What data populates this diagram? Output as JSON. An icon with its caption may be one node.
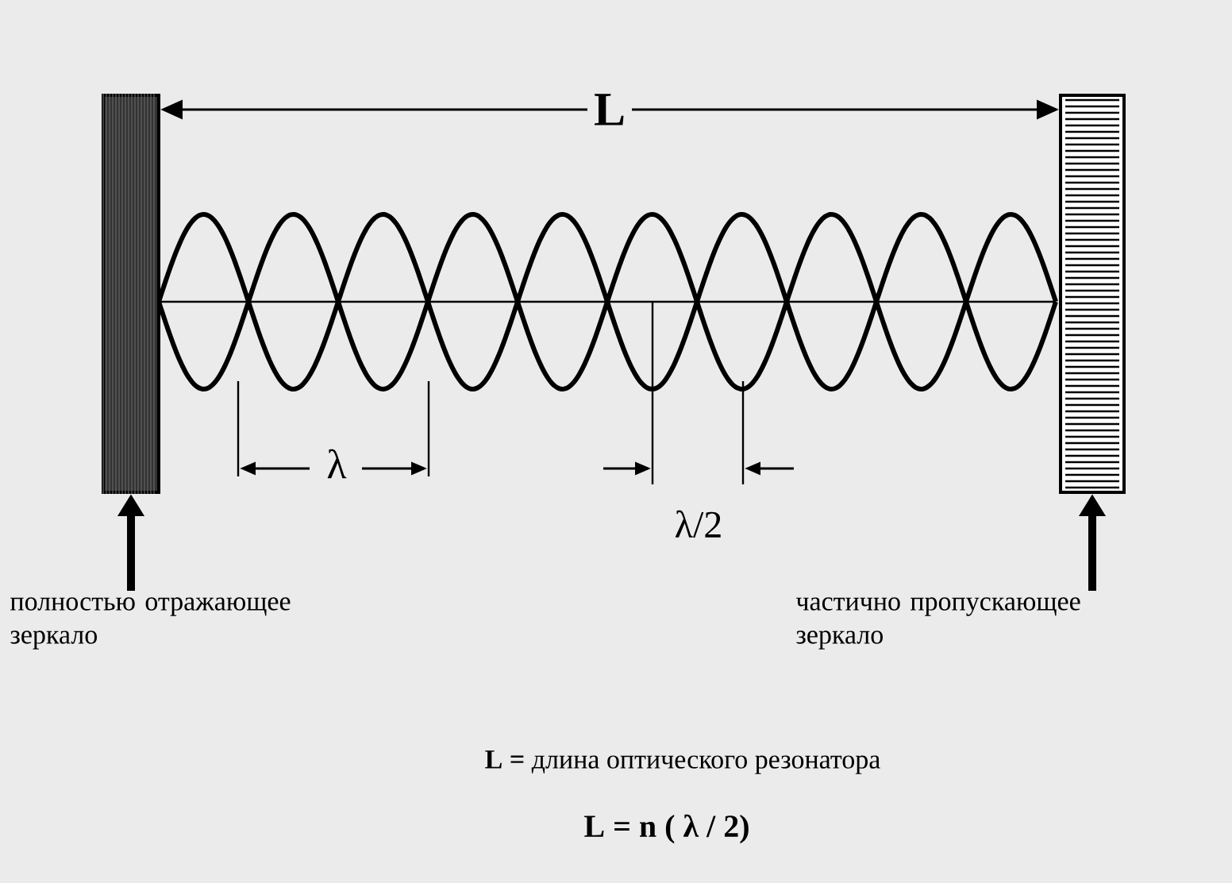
{
  "diagram": {
    "nodes": [
      {
        "text": [],
        "shape": "box"
      },
      {
        "text": [],
        "shape": "box"
      },
      {
        "text": [
          "полностью отражающее зеркало"
        ]
      },
      {
        "text": [
          "частично пропускающее зеркало"
        ]
      }
    ],
    "edges": [
      {
        "from": 2,
        "to": 0,
        "arrow": "to"
      },
      {
        "from": 3,
        "to": 1,
        "arrow": "to"
      },
      {
        "from": 0,
        "to": 1,
        "arrow": "both",
        "label": "L"
      }
    ],
    "labels": [
      "λ",
      "λ/2",
      "**L =** длина оптического резонатора",
      "L = n ( λ / 2)"
    ]
  }
}
